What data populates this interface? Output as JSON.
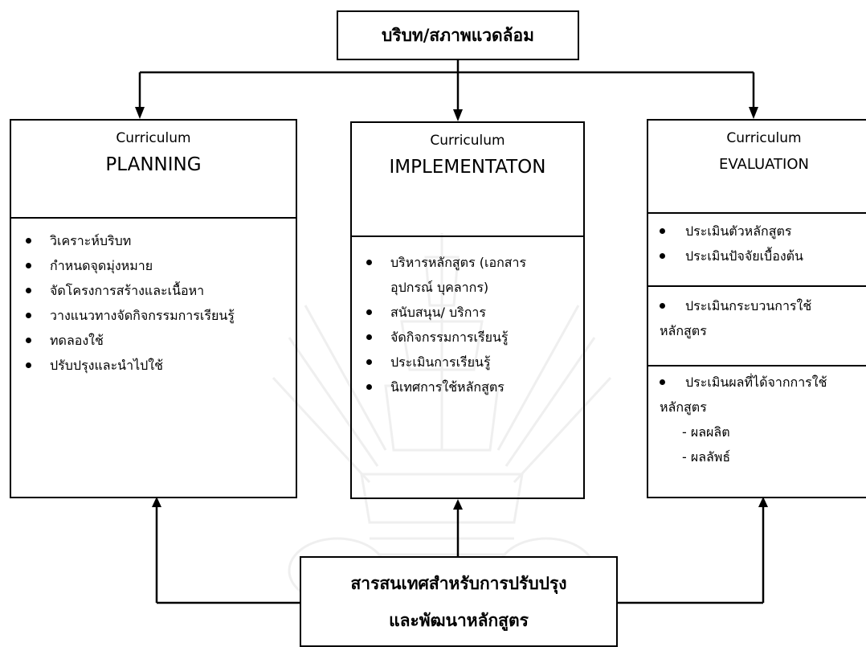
{
  "context_box": {
    "label": "บริบท/สภาพแวดล้อม"
  },
  "feedback_box": {
    "line1": "สารสนเทศสำหรับการปรับปรุง",
    "line2": "และพัฒนาหลักสูตร"
  },
  "planning": {
    "subtitle": "Curriculum",
    "title": "PLANNING",
    "items": [
      "วิเคราะห์บริบท",
      "กำหนดจุดมุ่งหมาย",
      "จัดโครงการสร้างและเนื้อหา",
      "วางแนวทางจัดกิจกรรมการเรียนรู้",
      "ทดลองใช้",
      "ปรับปรุงและนำไปใช้"
    ]
  },
  "implementation": {
    "subtitle": "Curriculum",
    "title": "IMPLEMENTATON",
    "items": [
      "บริหารหลักสูตร (เอกสาร อุปกรณ์ บุคลากร)",
      "สนับสนุน/ บริการ",
      "จัดกิจกรรมการเรียนรู้",
      "ประเมินการเรียนรู้",
      "นิเทศการใช้หลักสูตร"
    ]
  },
  "evaluation": {
    "subtitle": "Curriculum",
    "title": "EVALUATION",
    "section1": [
      "ประเมินตัวหลักสูตร",
      "ประเมินปัจจัยเบื้องต้น"
    ],
    "section2": {
      "line1": "ประเมินกระบวนการใช้",
      "line2": "หลักสูตร"
    },
    "section3": {
      "line1": "ประเมินผลที่ได้จากการใช้",
      "line2": "หลักสูตร",
      "sub1": "- ผลผลิต",
      "sub2": "- ผลลัพธ์"
    }
  }
}
